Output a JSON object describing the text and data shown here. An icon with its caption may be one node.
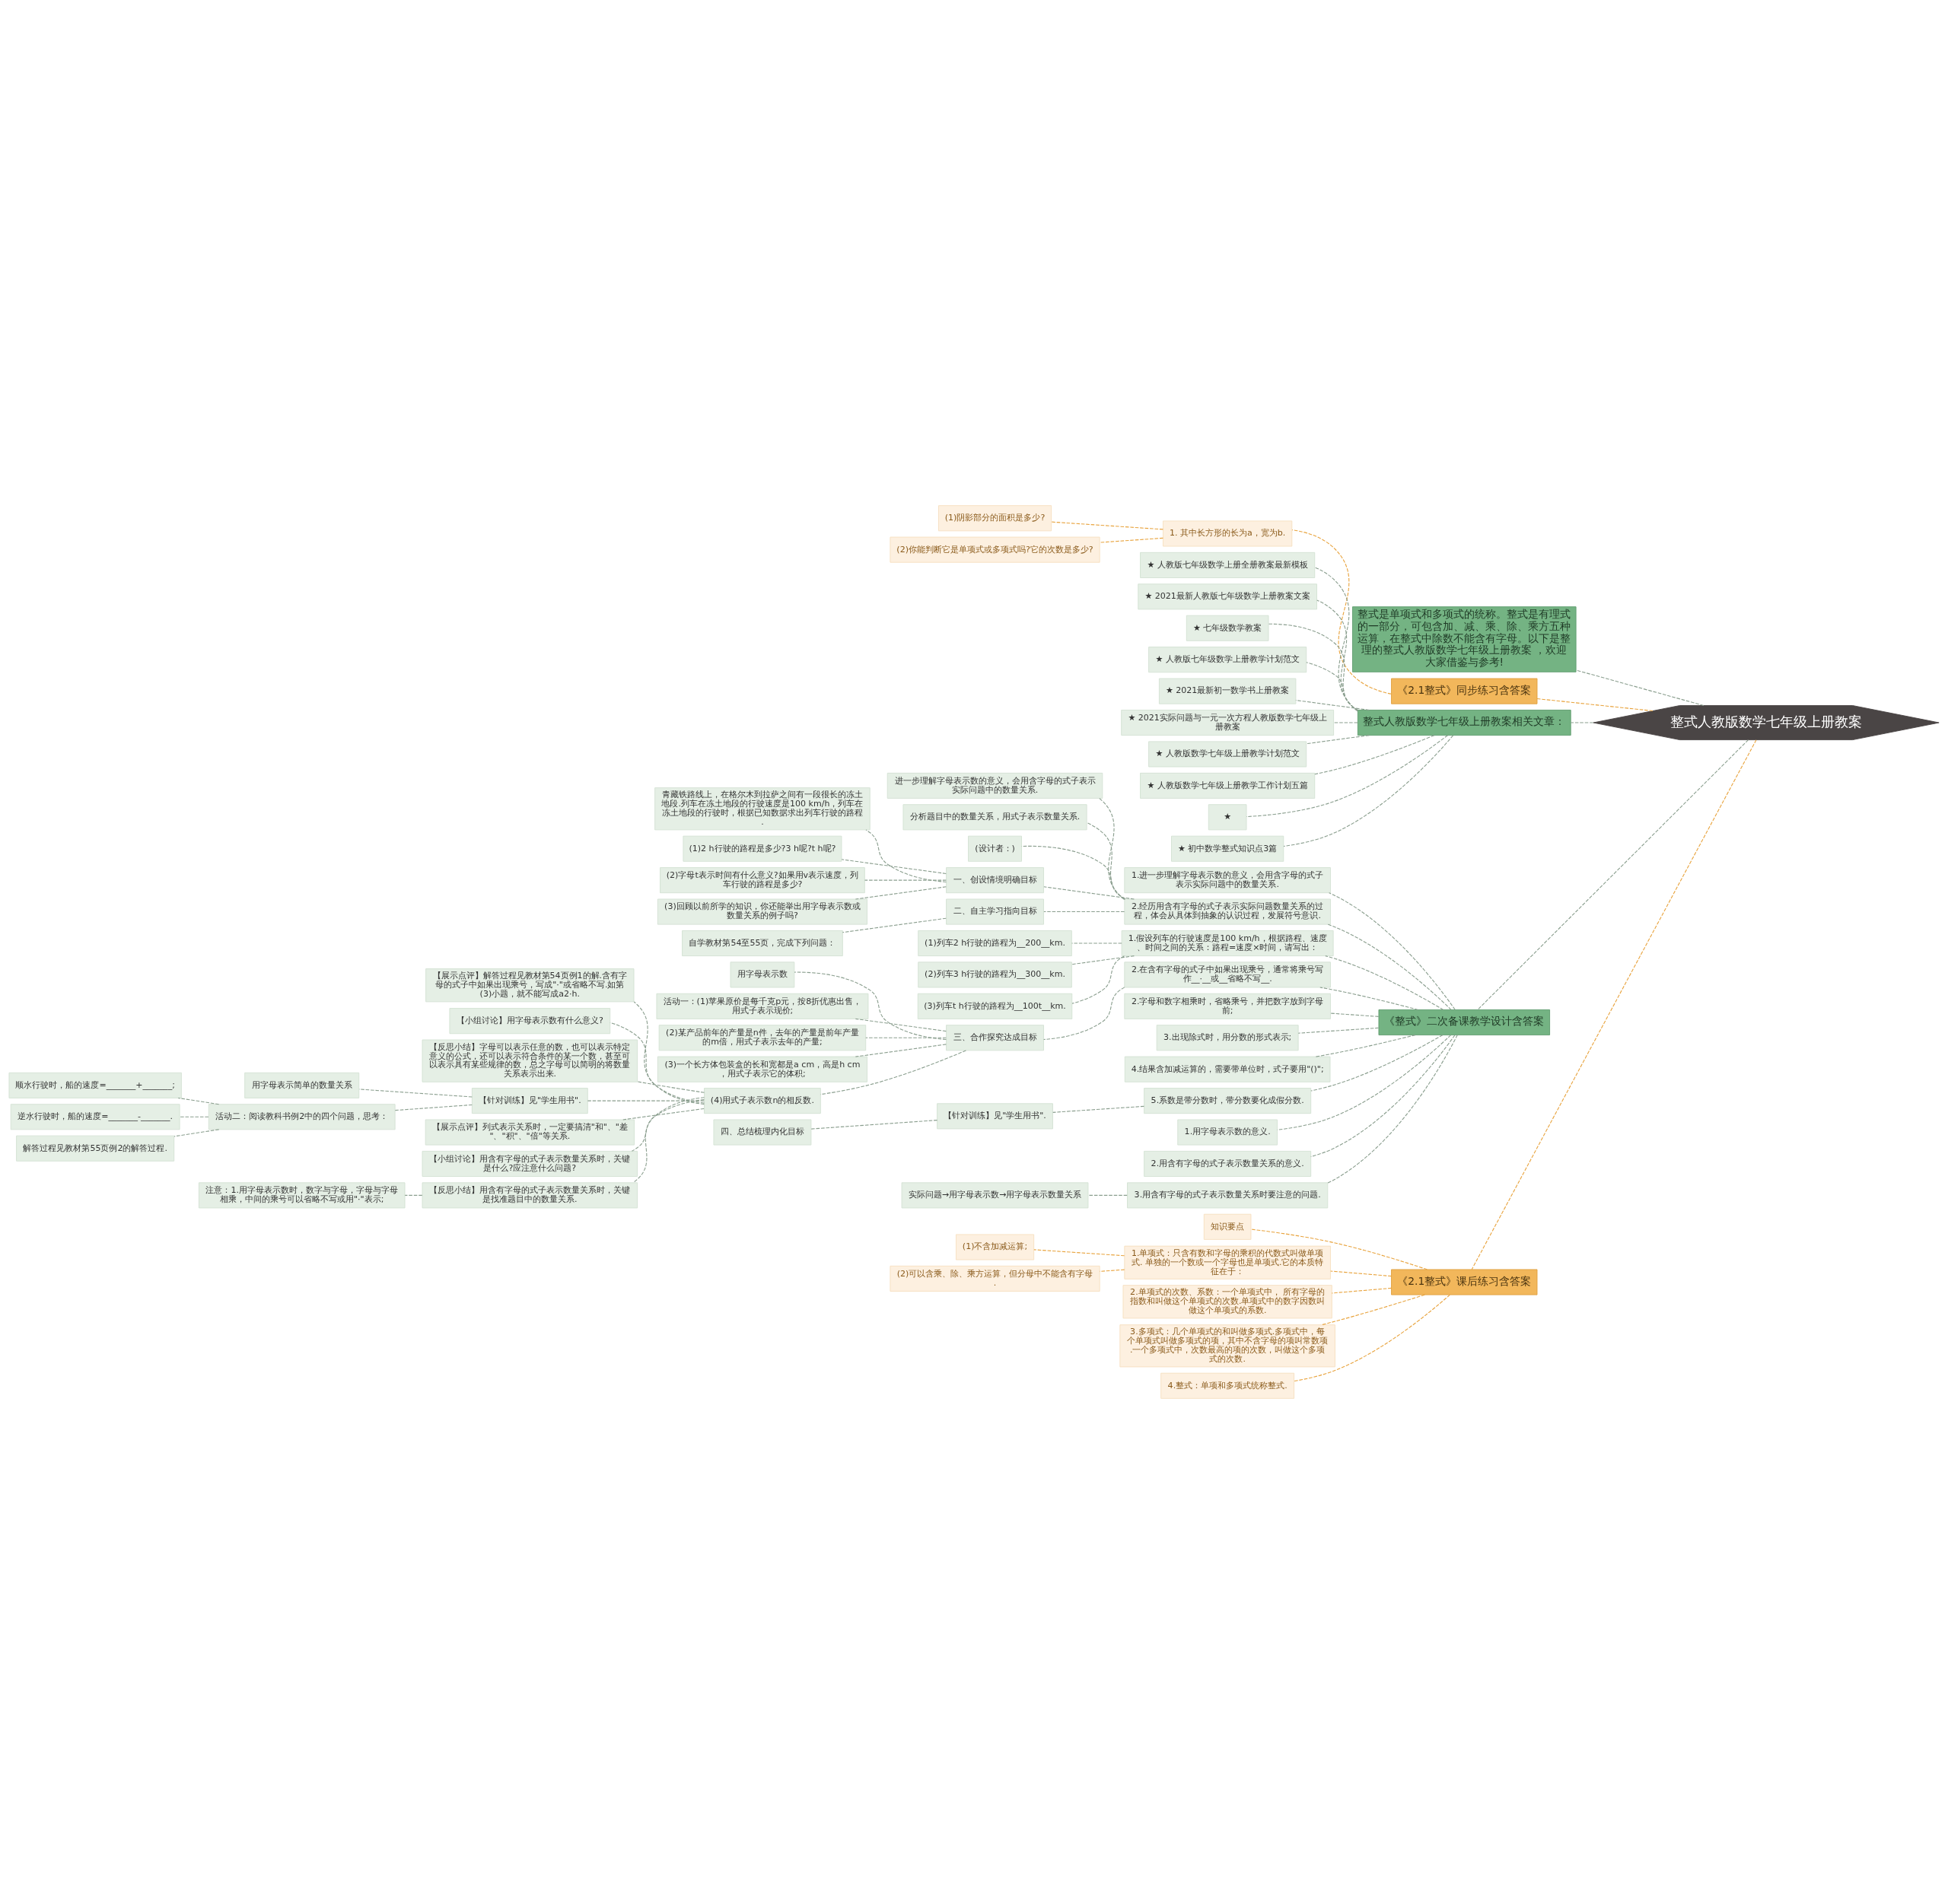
{
  "diagram": {
    "nodes": [
      {
        "text": [
          "整式人教版数学七年级上册教案"
        ]
      },
      {
        "text": [
          "整式是单项式和多项式的统称。整式是有理式的一部分，可包含加、减、乘、除、乘方五种运算，在整式中除数不能含有字母。以下是整理的整式人教版数学七年级上册教案 ，欢迎大家借鉴与参考!"
        ]
      },
      {
        "text": [
          "《2.1整式》同步练习含答案"
        ]
      },
      {
        "text": [
          "1. 其中长方形的长为a，宽为b."
        ]
      },
      {
        "text": [
          "(1)阴影部分的面积是多少?"
        ]
      },
      {
        "text": [
          "(2)你能判断它是单项式或多项式吗?它的次数是多少?"
        ]
      },
      {
        "text": [
          "整式人教版数学七年级上册教案相关文章："
        ]
      },
      {
        "text": [
          "★ 人教版七年级数学上册全册教案最新模板"
        ]
      },
      {
        "text": [
          "★ 2021最新人教版七年级数学上册教案文案"
        ]
      },
      {
        "text": [
          "★ 七年级数学教案"
        ]
      },
      {
        "text": [
          "★ 人教版七年级数学上册教学计划范文"
        ]
      },
      {
        "text": [
          "★ 2021最新初一数学书上册教案"
        ]
      },
      {
        "text": [
          "★ 2021实际问题与一元一次方程人教版数学七年级上册教案"
        ]
      },
      {
        "text": [
          "★ 人教版数学七年级上册教学计划范文"
        ]
      },
      {
        "text": [
          "★ 人教版数学七年级上册教学工作计划五篇"
        ]
      },
      {
        "text": [
          "★"
        ]
      },
      {
        "text": [
          "★ 初中数学整式知识点3篇"
        ]
      },
      {
        "text": [
          "《整式》二次备课教学设计含答案"
        ]
      },
      {
        "text": [
          "1.进一步理解字母表示数的意义，会用含字母的式子表示实际问题中的数量关系."
        ]
      },
      {
        "text": [
          "2.经历用含有字母的式子表示实际问题数量关系的过程，体会从具体到抽象的认识过程，发展符号意识."
        ]
      },
      {
        "text": [
          "进一步理解字母表示数的意义，会用含字母的式子表示实际问题中的数量关系."
        ]
      },
      {
        "text": [
          "分析题目中的数量关系，用式子表示数量关系."
        ]
      },
      {
        "text": [
          "(设计者：)"
        ]
      },
      {
        "text": [
          "一、创设情境明确目标"
        ]
      },
      {
        "text": [
          "青藏铁路线上，在格尔木到拉萨之间有一段很长的冻土地段.列车在冻土地段的行驶速度是100 km/h，列车在冻土地段的行驶时，根据已知数据求出列车行驶的路程."
        ]
      },
      {
        "text": [
          "(1)2 h行驶的路程是多少?3 h呢?t h呢?"
        ]
      },
      {
        "text": [
          "(2)字母t表示时间有什么意义?如果用v表示速度，列车行驶的路程是多少?"
        ]
      },
      {
        "text": [
          "(3)回顾以前所学的知识，你还能举出用字母表示数或数量关系的例子吗?"
        ]
      },
      {
        "text": [
          "二、自主学习指向目标"
        ]
      },
      {
        "text": [
          "自学教材第54至55页，完成下列问题："
        ]
      },
      {
        "text": [
          "1.假设列车的行驶速度是100 km/h，根据路程、速度、时间之间的关系：路程=速度×时间，请写出："
        ]
      },
      {
        "text": [
          "(1)列车2 h行驶的路程为__200__km."
        ]
      },
      {
        "text": [
          "(2)列车3 h行驶的路程为__300__km."
        ]
      },
      {
        "text": [
          "(3)列车t h行驶的路程为__100t__km."
        ]
      },
      {
        "text": [
          "2.在含有字母的式子中如果出现乘号，通常将乘号写作__·__或__省略不写__."
        ]
      },
      {
        "text": [
          "三、合作探究达成目标"
        ]
      },
      {
        "text": [
          "用字母表示数"
        ]
      },
      {
        "text": [
          "活动一：(1)苹果原价是每千克p元，按8折优惠出售，用式子表示现价;"
        ]
      },
      {
        "text": [
          "(2)某产品前年的产量是n件，去年的产量是前年产量的m倍，用式子表示去年的产量;"
        ]
      },
      {
        "text": [
          "(3)一个长方体包装盒的长和宽都是a cm，高是h cm，用式子表示它的体积;"
        ]
      },
      {
        "text": [
          "(4)用式子表示数n的相反数."
        ]
      },
      {
        "text": [
          "【展示点评】解答过程见教材第54页例1的解.含有字母的式子中如果出现乘号，写成\"·\"或省略不写.如第(3)小题，就不能写成a2·h."
        ]
      },
      {
        "text": [
          "【小组讨论】用字母表示数有什么意义?"
        ]
      },
      {
        "text": [
          "【反思小结】字母可以表示任意的数，也可以表示特定意义的公式，还可以表示符合条件的某一个数，甚至可以表示具有某些规律的数，总之字母可以简明的将数量关系表示出来."
        ]
      },
      {
        "text": [
          "【针对训练】见\"学生用书\"."
        ]
      },
      {
        "text": [
          "用字母表示简单的数量关系"
        ]
      },
      {
        "text": [
          "活动二：阅读教科书例2中的四个问题，思考："
        ]
      },
      {
        "text": [
          "顺水行驶时，船的速度=_______+_______;"
        ]
      },
      {
        "text": [
          "逆水行驶时，船的速度=_______-_______."
        ]
      },
      {
        "text": [
          "解答过程见教材第55页例2的解答过程."
        ]
      },
      {
        "text": [
          "【展示点评】列式表示关系时，一定要搞清\"和\"、\"差\"、\"积\"、\"倍\"等关系."
        ]
      },
      {
        "text": [
          "【小组讨论】用含有字母的式子表示数量关系时，关键是什么?应注意什么问题?"
        ]
      },
      {
        "text": [
          "【反思小结】用含有字母的式子表示数量关系时，关键是找准题目中的数量关系."
        ]
      },
      {
        "text": [
          "注意：1.用字母表示数时，数字与字母，字母与字母相乘，中间的乘号可以省略不写或用\"·\"表示;"
        ]
      },
      {
        "text": [
          "2.字母和数字相乘时，省略乘号，并把数字放到字母前;"
        ]
      },
      {
        "text": [
          "3.出现除式时，用分数的形式表示;"
        ]
      },
      {
        "text": [
          "4.结果含加减运算的，需要带单位时，式子要用\"()\";"
        ]
      },
      {
        "text": [
          "5.系数是带分数时，带分数要化成假分数."
        ]
      },
      {
        "text": [
          "【针对训练】见\"学生用书\"."
        ]
      },
      {
        "text": [
          "四、总结梳理内化目标"
        ]
      },
      {
        "text": [
          "1.用字母表示数的意义."
        ]
      },
      {
        "text": [
          "2.用含有字母的式子表示数量关系的意义."
        ]
      },
      {
        "text": [
          "3.用含有字母的式子表示数量关系时要注意的问题."
        ]
      },
      {
        "text": [
          "实际问题→用字母表示数→用字母表示数量关系"
        ]
      },
      {
        "text": [
          "《2.1整式》课后练习含答案"
        ]
      },
      {
        "text": [
          "知识要点"
        ]
      },
      {
        "text": [
          "1.单项式：只含有数和字母的乘积的代数式叫做单项式. 单独的一个数或一个字母也是单项式.它的本质特征在于："
        ]
      },
      {
        "text": [
          "(1)不含加减运算;"
        ]
      },
      {
        "text": [
          "(2)可以含乘、除、乘方运算，但分母中不能含有字母."
        ]
      },
      {
        "text": [
          "2.单项式的次数、系数：一个单项式中， 所有字母的指数和叫做这个单项式的次数.单项式中的数字因数叫做这个单项式的系数."
        ]
      },
      {
        "text": [
          "3.多项式：几个单项式的和叫做多项式.多项式中，每个单项式叫做多项式的项，其中不含字母的项叫常数项.一个多项式中，次数最高的项的次数，叫做这个多项式的次数."
        ]
      },
      {
        "text": [
          "4.整式：单项和多项式统称整式."
        ]
      }
    ],
    "edges": [
      {
        "from": 0,
        "to": 1,
        "arrow": "none"
      },
      {
        "from": 0,
        "to": 2,
        "arrow": "none",
        "color": "#e8a33d"
      },
      {
        "from": 2,
        "to": 3,
        "arrow": "none",
        "color": "#e8a33d"
      },
      {
        "from": 3,
        "to": 4,
        "arrow": "none",
        "color": "#e8a33d"
      },
      {
        "from": 3,
        "to": 5,
        "arrow": "none",
        "color": "#e8a33d"
      },
      {
        "from": 0,
        "to": 6,
        "arrow": "none"
      },
      {
        "from": 6,
        "to": 7,
        "arrow": "none"
      },
      {
        "from": 6,
        "to": 8,
        "arrow": "none"
      },
      {
        "from": 6,
        "to": 9,
        "arrow": "none"
      },
      {
        "from": 6,
        "to": 10,
        "arrow": "none"
      },
      {
        "from": 6,
        "to": 11,
        "arrow": "none"
      },
      {
        "from": 6,
        "to": 12,
        "arrow": "none"
      },
      {
        "from": 6,
        "to": 13,
        "arrow": "none"
      },
      {
        "from": 6,
        "to": 14,
        "arrow": "none"
      },
      {
        "from": 6,
        "to": 15,
        "arrow": "none"
      },
      {
        "from": 6,
        "to": 16,
        "arrow": "none"
      },
      {
        "from": 0,
        "to": 17,
        "arrow": "none"
      },
      {
        "from": 17,
        "to": 18,
        "arrow": "none"
      },
      {
        "from": 17,
        "to": 19,
        "arrow": "none"
      },
      {
        "from": 19,
        "to": 20,
        "arrow": "none"
      },
      {
        "from": 19,
        "to": 21,
        "arrow": "none"
      },
      {
        "from": 19,
        "to": 22,
        "arrow": "none"
      },
      {
        "from": 19,
        "to": 23,
        "arrow": "none"
      },
      {
        "from": 23,
        "to": 24,
        "arrow": "none"
      },
      {
        "from": 23,
        "to": 25,
        "arrow": "none"
      },
      {
        "from": 23,
        "to": 26,
        "arrow": "none"
      },
      {
        "from": 23,
        "to": 27,
        "arrow": "none"
      },
      {
        "from": 19,
        "to": 28,
        "arrow": "none"
      },
      {
        "from": 28,
        "to": 29,
        "arrow": "none"
      },
      {
        "from": 17,
        "to": 30,
        "arrow": "none"
      },
      {
        "from": 30,
        "to": 31,
        "arrow": "none"
      },
      {
        "from": 30,
        "to": 32,
        "arrow": "none"
      },
      {
        "from": 30,
        "to": 33,
        "arrow": "none"
      },
      {
        "from": 17,
        "to": 34,
        "arrow": "none"
      },
      {
        "from": 34,
        "to": 35,
        "arrow": "none"
      },
      {
        "from": 35,
        "to": 36,
        "arrow": "none"
      },
      {
        "from": 35,
        "to": 37,
        "arrow": "none"
      },
      {
        "from": 35,
        "to": 38,
        "arrow": "none"
      },
      {
        "from": 35,
        "to": 39,
        "arrow": "none"
      },
      {
        "from": 35,
        "to": 40,
        "arrow": "none"
      },
      {
        "from": 40,
        "to": 41,
        "arrow": "none"
      },
      {
        "from": 40,
        "to": 42,
        "arrow": "none"
      },
      {
        "from": 40,
        "to": 43,
        "arrow": "none"
      },
      {
        "from": 40,
        "to": 44,
        "arrow": "none"
      },
      {
        "from": 44,
        "to": 45,
        "arrow": "none"
      },
      {
        "from": 44,
        "to": 46,
        "arrow": "none"
      },
      {
        "from": 46,
        "to": 47,
        "arrow": "none"
      },
      {
        "from": 46,
        "to": 48,
        "arrow": "none"
      },
      {
        "from": 46,
        "to": 49,
        "arrow": "none"
      },
      {
        "from": 40,
        "to": 50,
        "arrow": "none"
      },
      {
        "from": 40,
        "to": 51,
        "arrow": "none"
      },
      {
        "from": 40,
        "to": 52,
        "arrow": "none"
      },
      {
        "from": 52,
        "to": 53,
        "arrow": "none"
      },
      {
        "from": 17,
        "to": 54,
        "arrow": "none"
      },
      {
        "from": 17,
        "to": 55,
        "arrow": "none"
      },
      {
        "from": 17,
        "to": 56,
        "arrow": "none"
      },
      {
        "from": 17,
        "to": 57,
        "arrow": "none"
      },
      {
        "from": 57,
        "to": 58,
        "arrow": "none"
      },
      {
        "from": 58,
        "to": 59,
        "arrow": "none"
      },
      {
        "from": 17,
        "to": 60,
        "arrow": "none"
      },
      {
        "from": 17,
        "to": 61,
        "arrow": "none"
      },
      {
        "from": 17,
        "to": 62,
        "arrow": "none"
      },
      {
        "from": 62,
        "to": 63,
        "arrow": "none"
      },
      {
        "from": 0,
        "to": 64,
        "arrow": "none",
        "color": "#e8a33d"
      },
      {
        "from": 64,
        "to": 65,
        "arrow": "none",
        "color": "#e8a33d"
      },
      {
        "from": 64,
        "to": 66,
        "arrow": "none",
        "color": "#e8a33d"
      },
      {
        "from": 66,
        "to": 67,
        "arrow": "none",
        "color": "#e8a33d"
      },
      {
        "from": 66,
        "to": 68,
        "arrow": "none",
        "color": "#e8a33d"
      },
      {
        "from": 64,
        "to": 69,
        "arrow": "none",
        "color": "#e8a33d"
      },
      {
        "from": 64,
        "to": 70,
        "arrow": "none",
        "color": "#e8a33d"
      },
      {
        "from": 64,
        "to": 71,
        "arrow": "none",
        "color": "#e8a33d"
      }
    ]
  }
}
